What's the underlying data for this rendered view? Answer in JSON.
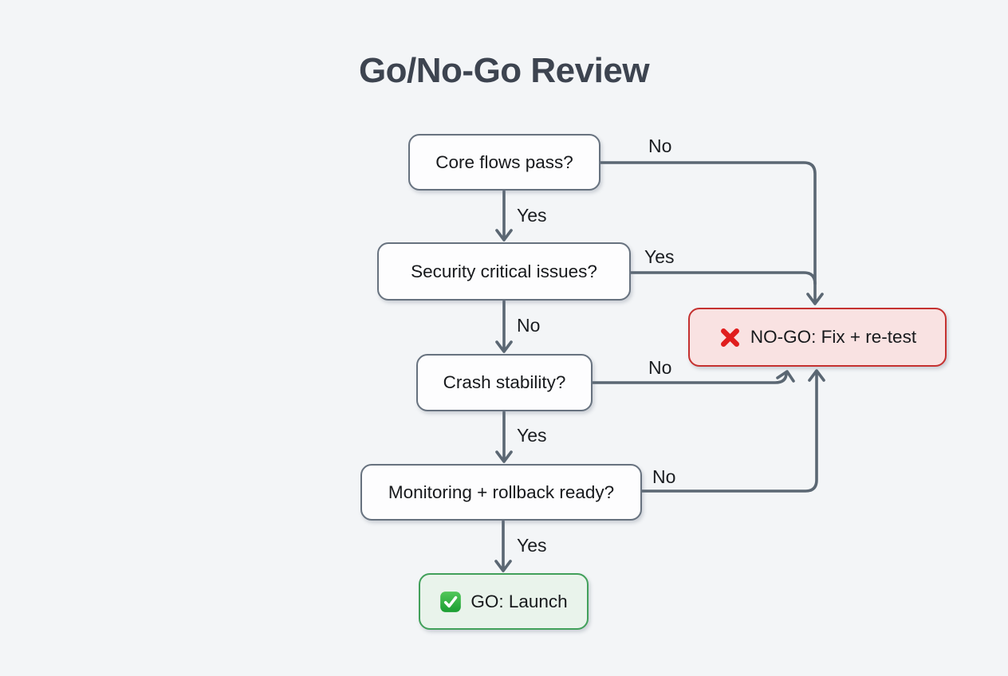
{
  "title": "Go/No-Go Review",
  "flowchart": {
    "type": "decision-flowchart",
    "nodes": [
      {
        "id": "core",
        "label": "Core flows pass?",
        "kind": "decision"
      },
      {
        "id": "security",
        "label": "Security critical issues?",
        "kind": "decision"
      },
      {
        "id": "crash",
        "label": "Crash stability?",
        "kind": "decision"
      },
      {
        "id": "monitoring",
        "label": "Monitoring + rollback ready?",
        "kind": "decision"
      },
      {
        "id": "nogo",
        "label": "NO-GO: Fix + re-test",
        "kind": "outcome-negative",
        "icon": "red-cross-icon"
      },
      {
        "id": "go",
        "label": "GO: Launch",
        "kind": "outcome-positive",
        "icon": "green-check-icon"
      }
    ],
    "edges": [
      {
        "from": "core",
        "to": "security",
        "label": "Yes"
      },
      {
        "from": "core",
        "to": "nogo",
        "label": "No"
      },
      {
        "from": "security",
        "to": "nogo",
        "label": "Yes"
      },
      {
        "from": "security",
        "to": "crash",
        "label": "No"
      },
      {
        "from": "crash",
        "to": "nogo",
        "label": "No"
      },
      {
        "from": "crash",
        "to": "monitoring",
        "label": "Yes"
      },
      {
        "from": "monitoring",
        "to": "nogo",
        "label": "No"
      },
      {
        "from": "monitoring",
        "to": "go",
        "label": "Yes"
      }
    ],
    "colors": {
      "background": "#f3f5f7",
      "connector_line": "#5b6773",
      "decision_box_bg": "#fdfdfe",
      "decision_box_border": "#67727f",
      "nogo_bg": "#f9e2e2",
      "nogo_border": "#c53130",
      "nogo_icon_red": "#e01e1e",
      "go_bg": "#e9f3eb",
      "go_border": "#41a05a",
      "go_icon_green": "#2eb344",
      "title_text": "#3d4450",
      "node_text": "#17191c"
    }
  }
}
